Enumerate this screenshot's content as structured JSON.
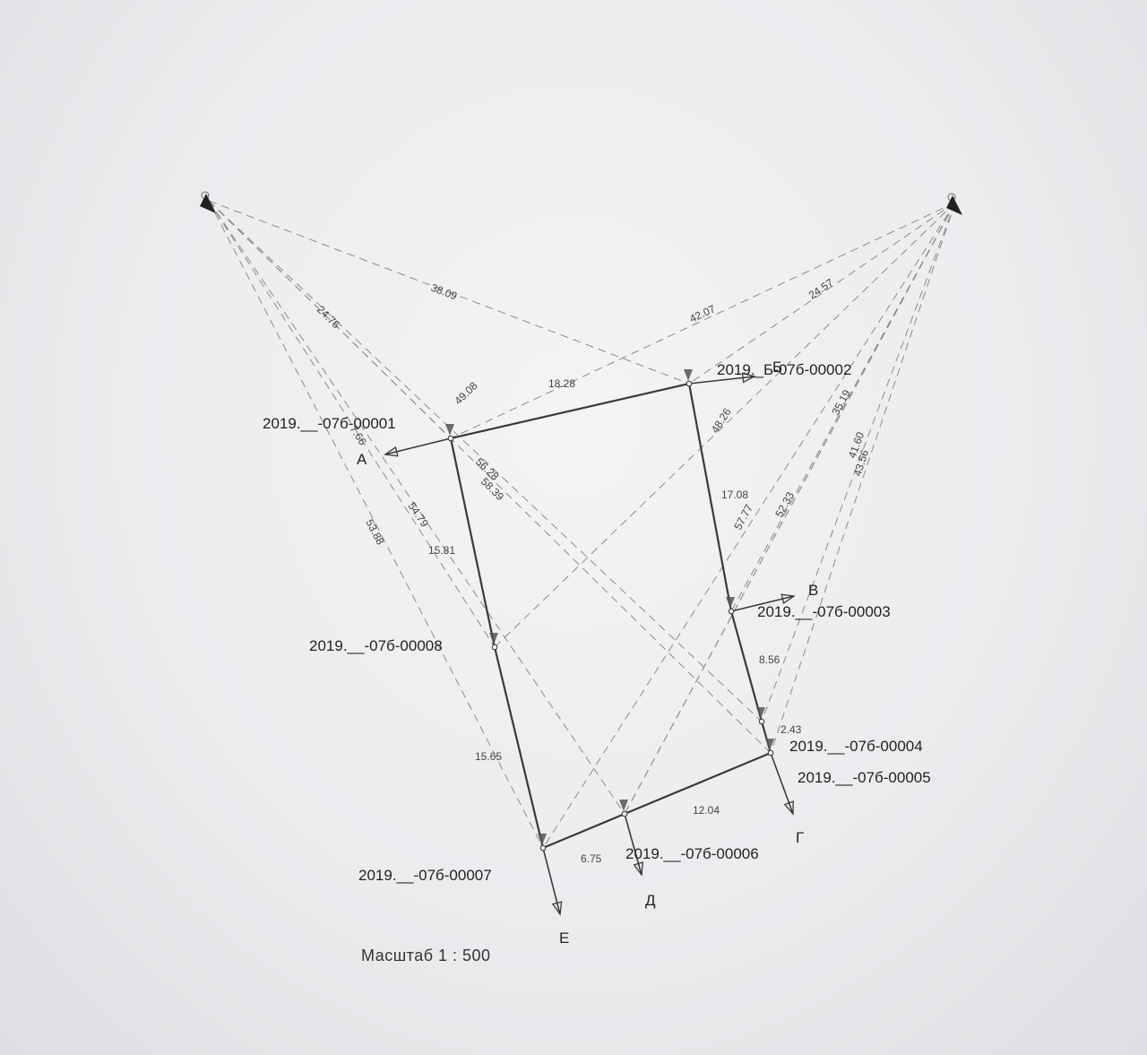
{
  "points": [
    {
      "id": "p1",
      "label": "2019.__-07б-00001"
    },
    {
      "id": "p2",
      "label": "2019._Б-07б-00002"
    },
    {
      "id": "p3",
      "label": "2019.__-07б-00003"
    },
    {
      "id": "p4",
      "label": "2019.__-07б-00004"
    },
    {
      "id": "p5",
      "label": "2019.__-07б-00005"
    },
    {
      "id": "p6",
      "label": "2019.__-07б-00006"
    },
    {
      "id": "p7",
      "label": "2019.__-07б-00007"
    },
    {
      "id": "p8",
      "label": "2019.__-07б-00008"
    }
  ],
  "boundary_segments": [
    {
      "from": "p1",
      "to": "p2",
      "length": "18.28"
    },
    {
      "from": "p2",
      "to": "p3",
      "length": "17.08"
    },
    {
      "from": "p3",
      "to": "p4",
      "length": "8.56"
    },
    {
      "from": "p4",
      "to": "p5",
      "length": "2.43"
    },
    {
      "from": "p5",
      "to": "p6",
      "length": "12.04"
    },
    {
      "from": "p6",
      "to": "p7",
      "length": "6.75"
    },
    {
      "from": "p7",
      "to": "p8",
      "length": "15.65"
    },
    {
      "from": "p8",
      "to": "p1",
      "length": "15.81"
    }
  ],
  "control_rays": [
    {
      "from": "L",
      "to": "p2",
      "length": "38.09"
    },
    {
      "from": "L",
      "to": "p1",
      "length": "24.76"
    },
    {
      "from": "L",
      "to": "p5",
      "length": "58.39"
    },
    {
      "from": "L",
      "to": "p4",
      "length": "56.28"
    },
    {
      "from": "L",
      "to": "p6",
      "length": "54.79"
    },
    {
      "from": "L",
      "to": "p7",
      "length": "53.88"
    },
    {
      "from": "L",
      "to": "p8",
      "length": "7.66"
    },
    {
      "from": "R",
      "to": "p1",
      "length": "42.07"
    },
    {
      "from": "R",
      "to": "p2",
      "length": "24.57"
    },
    {
      "from": "R",
      "to": "p8",
      "length": "49.08"
    },
    {
      "from": "R",
      "to": "p7",
      "length": "48.26"
    },
    {
      "from": "R",
      "to": "p3",
      "length": "35.19"
    },
    {
      "from": "R",
      "to": "p4",
      "length": "41.60"
    },
    {
      "from": "R",
      "to": "p5",
      "length": "43.56"
    },
    {
      "from": "R",
      "to": "p6",
      "length": "57.77"
    },
    {
      "from": "R",
      "to": "p6",
      "length": "52.33"
    }
  ],
  "directions": [
    {
      "letter": "А",
      "from": "p1"
    },
    {
      "letter": "Б",
      "from": "p2"
    },
    {
      "letter": "В",
      "from": "p3"
    },
    {
      "letter": "Г",
      "from": "p5"
    },
    {
      "letter": "Д",
      "from": "p6"
    },
    {
      "letter": "Е",
      "from": "p7"
    }
  ],
  "scale_text": "Масштаб 1 : 500",
  "colors": {
    "boundary": "#3a3a3a",
    "ray": "#8a8a8a",
    "marker": "#555555"
  }
}
